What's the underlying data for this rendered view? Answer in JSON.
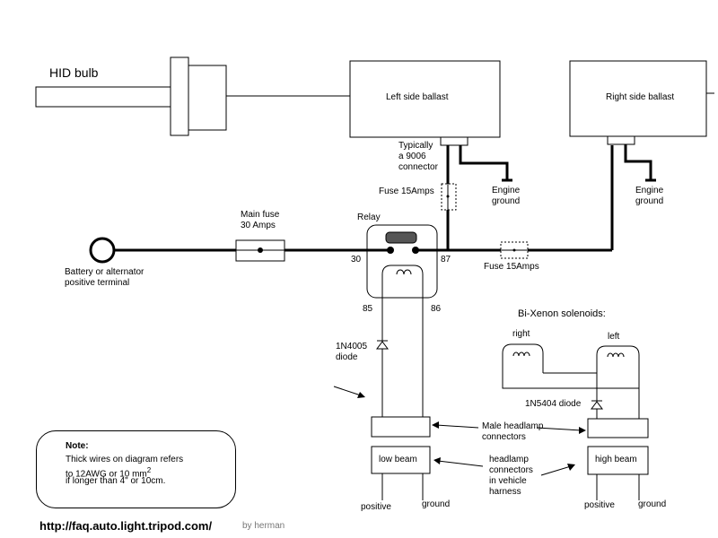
{
  "labels": {
    "hid_bulb": "HID bulb",
    "left_ballast": "Left side ballast",
    "right_ballast": "Right side ballast",
    "connector_note": [
      "Typically",
      "a 9006",
      "connector"
    ],
    "fuse_15_left": "Fuse 15Amps",
    "fuse_15_right": "Fuse 15Amps",
    "engine_ground_left": [
      "Engine",
      "ground"
    ],
    "engine_ground_right": [
      "Engine",
      "ground"
    ],
    "main_fuse": [
      "Main fuse",
      "30 Amps"
    ],
    "relay": "Relay",
    "pin_30": "30",
    "pin_87": "87",
    "pin_85": "85",
    "pin_86": "86",
    "battery": [
      "Battery or alternator",
      "positive terminal"
    ],
    "diode_1n4005": [
      "1N4005",
      "diode"
    ],
    "bixenon_title": "Bi-Xenon solenoids:",
    "sol_right": "right",
    "sol_left": "left",
    "diode_1n5404": "1N5404 diode",
    "male_connectors": [
      "Male headlamp",
      "connectors"
    ],
    "harness_connectors": [
      "headlamp",
      "connectors",
      "in vehicle",
      "harness"
    ],
    "low_beam": "low beam",
    "high_beam": "high beam",
    "positive_left": "positive",
    "ground_left": "ground",
    "positive_right": "positive",
    "ground_right": "ground"
  },
  "note": {
    "title": "Note:",
    "line1": "Thick wires on diagram refers",
    "line2_prefix": "to 12AWG or 10 mm",
    "line2_sup": "2",
    "line3": "if longer than 4\" or 10cm."
  },
  "footer": {
    "url": "http://faq.auto.light.tripod.com/",
    "credit": "by herman"
  }
}
